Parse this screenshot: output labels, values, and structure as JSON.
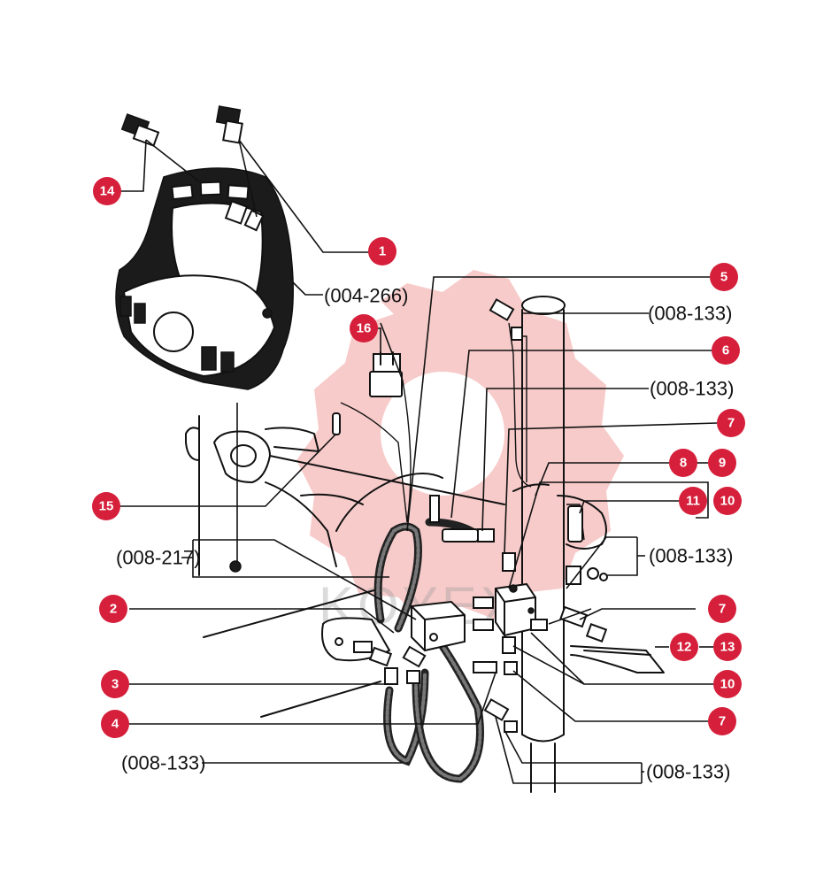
{
  "colors": {
    "callout_fill": "#d61f3a",
    "callout_text": "#ffffff",
    "line": "#111111",
    "watermark": "#e86a66"
  },
  "callouts": {
    "c14": "14",
    "c1": "1",
    "c5": "5",
    "c16": "16",
    "c6": "6",
    "c7a": "7",
    "c8": "8",
    "c9": "9",
    "c15": "15",
    "c11": "11",
    "c10a": "10",
    "c2": "2",
    "c7b": "7",
    "c12": "12",
    "c13": "13",
    "c3": "3",
    "c10b": "10",
    "c4": "4",
    "c7c": "7"
  },
  "references": {
    "r_console": "(004-266)",
    "r_top_right": "(008-133)",
    "r_upper_right": "(008-133)",
    "r_mid_right": "(008-133)",
    "r_left": "(008-217)",
    "r_bottom_left": "(008-133)",
    "r_bottom_right": "(008-133)"
  },
  "watermark_text": "KOYEX"
}
